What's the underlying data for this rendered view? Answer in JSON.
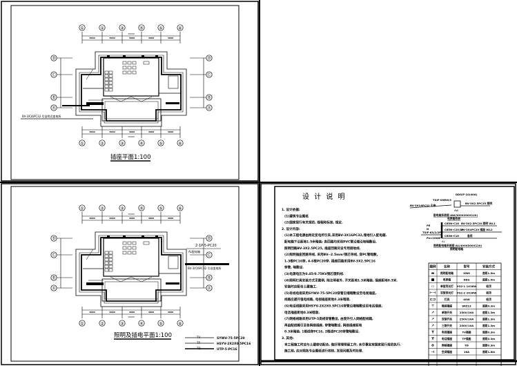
{
  "sheets": {
    "socket_plan": {
      "title": "插座平面1:100",
      "axes_top": [
        "①",
        "②",
        "③",
        "④",
        "⑤",
        "⑥"
      ],
      "axes_side": [
        "Ⓓ",
        "Ⓒ",
        "Ⓑ",
        "Ⓐ"
      ],
      "dims": [
        "3000",
        "3000",
        "3000",
        "3000",
        "3000"
      ],
      "total_dim": "15000",
      "cable_note": "BV-3X16PC32 引自附近变电所"
    },
    "lighting_plan": {
      "title": "照明及插电平面1:100",
      "axes_top": [
        "①",
        "②",
        "③",
        "④",
        "⑤",
        "⑥"
      ],
      "axes_side": [
        "Ⓓ",
        "Ⓒ",
        "Ⓑ",
        "Ⓐ"
      ],
      "dims": [
        "3000",
        "3000",
        "3000",
        "3000",
        "3000"
      ],
      "total_dim": "15000",
      "callout": "2-1P-5-PC20",
      "callout2": "AL配电箱",
      "cable_note": "BV-3X16PC32 引自变电所",
      "legend": [
        {
          "sym": "TV",
          "text": "SYWV-75-5PC20"
        },
        {
          "sym": "TP",
          "text": "HSYV-2X2X0.5PC16"
        },
        {
          "sym": "TD",
          "text": "UTP-5-PC16"
        }
      ]
    },
    "notes": {
      "title": "设 计 说 明",
      "lines": [
        "1. 设计依据:",
        "(1)建筑专业图纸",
        "(2)国家现行有关规范, 规程和标准, 规定.",
        "2. 设计内容:",
        "(1)本工程电源由附近变电所引来,采用BV-3X16PC32,埋地引入配电箱.",
        "  配电箱下沿距地1.5米暗装; 各回路均采用PVC管沿墙沿地暗敷设,",
        "  照明回路BV-3X2.5PC25, 插座回路另设专用接地线.",
        "(2)照明插座回路导线, 采用BV--2.5mm²铜芯导线, 穿PC管暗敷,",
        "  1-3根PC16穿, 4-6根PC20穿. 插座回路采用BV-3X2.5PC16",
        "  穿管, 暗敷设.",
        "(3)电源电压为0.45/0.75KV铜芯塑料线.",
        "(4)照明灯具安装方式见图例, 除注明者外, 开关距地1.3米暗装, 插座距地0.3米.",
        "  安装时应配合土建施工.",
        "(5)有线电视采用SYWV-75-5PC20穿管沿墙暗敷设至电视插座,",
        "  线路应避开强电线路, 电视插座距地0.3米暗装.",
        "(6)电话线路采用HSYV-2X2X0.5PC16穿管沿墙暗敷设至电话插座,",
        "  电话插座距地0.3米暗装.",
        "(7)网络线路采用UTP-5类线穿管敷设, 由室外引入网络配线箱,",
        "  再由配线箱引至各网络插座, 穿管暗敷设, 网络插座距地",
        "  0.3米暗装, 1根线穿PC16, 2根线PC20穿管暗敷设.",
        "3. 其他:",
        "  本工程施工时应与土建密切配合, 做好预埋预留工作, 未尽事宜按国家现行规范执行.",
        "  施工前, 应对照各专业图纸进行校核, 发现问题及时处理."
      ]
    },
    "system": {
      "top_label": "DDSIF-10(40A)",
      "meter_label": "TSIF-SMR6/3",
      "incoming": "BV-3X16PC32 引来",
      "out1": "BV-3X2.5PC25 照明",
      "box_label": "AW",
      "caption1": "配电箱系统图 AW(300X200X120)",
      "caption2": "电表箱系统",
      "branches": [
        {
          "breaker": "C65N-C16",
          "line": "BV-3X2.5PC20 照明 WL1"
        },
        {
          "breaker": "C65N-C20/1P",
          "line": "BV-3X4PC20 插座 WL2"
        },
        {
          "breaker": "C65N-C16",
          "line": "备用"
        }
      ],
      "in_labels": [
        "PE",
        "N",
        "TSIF-63/2/2P",
        "Pz=10kW"
      ],
      "box2_label": "AL",
      "caption3": "照明配电箱系统图 AL(400X300X120)",
      "caption4": "照明配电箱"
    },
    "legend_table": {
      "headers": [
        "图例",
        "名称",
        "型号",
        "安装方式"
      ],
      "rows": [
        [
          "▬",
          "照明配电箱",
          "XRM",
          "底距1.5m"
        ],
        [
          "■",
          "电表箱",
          "DDS",
          "底距1.5m"
        ],
        [
          "▭",
          "单管荧光灯",
          "YG2-1 1X36W",
          "吸顶"
        ],
        [
          "⊢⊣",
          "双管荧光灯",
          "YG2-2 2X36W",
          "吸顶"
        ],
        [
          "⊏⊐",
          "灯具",
          "40W",
          "吸顶"
        ],
        [
          "⊤",
          "暗装插座",
          "86Z13",
          "底距0.3m"
        ],
        [
          "↗",
          "单联开关",
          "250V/10A",
          "底距1.3m"
        ],
        [
          "↗",
          "双联开关",
          "250V/10A",
          "底距1.3m"
        ],
        [
          "↗",
          "三联开关",
          "250V/10A",
          "底距1.3m"
        ],
        [
          "Y",
          "电视插座",
          "TV插座",
          "底距0.3m"
        ],
        [
          "Y",
          "电话插座",
          "TP插座",
          "底距0.3m"
        ],
        [
          "⊕",
          "网络插座",
          "TD",
          "底距0.3m"
        ],
        [
          "⊣",
          "空调插座",
          "16A",
          "底距1.8m"
        ],
        [
          "",
          "",
          "",
          ""
        ],
        [
          "",
          "",
          "",
          ""
        ]
      ]
    }
  }
}
